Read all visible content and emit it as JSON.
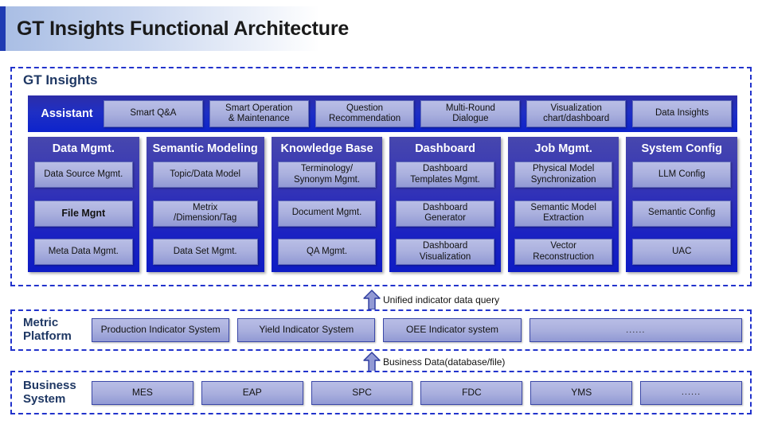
{
  "title": "GT Insights Functional Architecture",
  "gt_insights": {
    "label": "GT Insights",
    "assistant": {
      "label": "Assistant",
      "items": [
        "Smart Q&A",
        "Smart Operation\n& Maintenance",
        "Question\nRecommendation",
        "Multi-Round\nDialogue",
        "Visualization\nchart/dashboard",
        "Data Insights"
      ]
    },
    "columns": [
      {
        "title": "Data Mgmt.",
        "items": [
          "Data Source Mgmt.",
          "File Mgnt",
          "Meta Data Mgmt."
        ],
        "bold_items": [
          false,
          true,
          false
        ]
      },
      {
        "title": "Semantic Modeling",
        "items": [
          "Topic/Data Model",
          "Metrix\n/Dimension/Tag",
          "Data Set Mgmt."
        ],
        "bold_items": [
          false,
          false,
          false
        ]
      },
      {
        "title": "Knowledge Base",
        "items": [
          "Terminology/\nSynonym Mgmt.",
          "Document Mgmt.",
          "QA Mgmt."
        ],
        "bold_items": [
          false,
          false,
          false
        ]
      },
      {
        "title": "Dashboard",
        "items": [
          "Dashboard\nTemplates Mgmt.",
          "Dashboard\nGenerator",
          "Dashboard\nVisualization"
        ],
        "bold_items": [
          false,
          false,
          false
        ]
      },
      {
        "title": "Job Mgmt.",
        "items": [
          "Physical Model\nSynchronization",
          "Semantic Model\nExtraction",
          "Vector\nReconstruction"
        ],
        "bold_items": [
          false,
          false,
          false
        ]
      },
      {
        "title": "System Config",
        "items": [
          "LLM Config",
          "Semantic Config",
          "UAC"
        ],
        "bold_items": [
          false,
          false,
          false
        ]
      }
    ]
  },
  "connectors": [
    {
      "icon": "arrow-up-icon",
      "label": "Unified indicator data query"
    },
    {
      "icon": "arrow-up-icon",
      "label": "Business Data(database/file)"
    }
  ],
  "metric_platform": {
    "label": "Metric\nPlatform",
    "items": [
      "Production Indicator System",
      "Yield Indicator System",
      "OEE Indicator system",
      "......"
    ]
  },
  "business_system": {
    "label": "Business\nSystem",
    "items": [
      "MES",
      "EAP",
      "SPC",
      "FDC",
      "YMS",
      "......"
    ]
  },
  "colors": {
    "accent_blue": "#2233cc",
    "panel_top": "#4747ae",
    "panel_bottom": "#0e1cc4",
    "chip_light": "#b9bee6",
    "chip_dark": "#9199d4",
    "label_navy": "#1f3864"
  }
}
